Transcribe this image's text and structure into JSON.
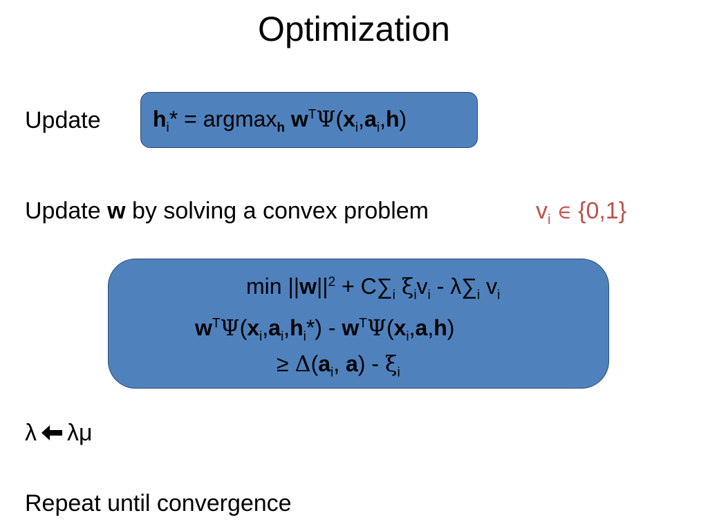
{
  "slide": {
    "title": "Optimization",
    "step1_label": "Update",
    "step2": {
      "prefix": "Update",
      "bold_var": "w",
      "suffix": "by solving a convex problem"
    },
    "step3": {
      "lhs": "λ",
      "rhs": "λμ"
    },
    "step4": "Repeat until convergence"
  },
  "formula1": {
    "h": "h",
    "sub_i": "i",
    "star": "*",
    "eq": " = argmax",
    "sub_h": "h",
    "w": "w",
    "sup_T": "T",
    "psi": "Ψ",
    "open": "(",
    "x": "x",
    "comma": ",",
    "a": "a",
    "h2": "h",
    "close": ")"
  },
  "annotation": {
    "v": "v",
    "sub_i": "i",
    "in": "∈",
    "set": "{0,1}",
    "color": "#c0504d"
  },
  "formula2": {
    "line1": {
      "min": "min ||",
      "w": "w",
      "norm": "||",
      "sq": "2",
      "plus_c": " + C",
      "sum1": "∑",
      "sum1_sub": "i",
      "xi": "ξ",
      "xi_sub": "i",
      "v": "v",
      "v_sub": "i",
      "minus_lambda": " - λ",
      "sum2": "∑",
      "sum2_sub": "i",
      "v2": "v",
      "v2_sub": "i"
    },
    "line2": {
      "w": "w",
      "sup_T": "T",
      "psi": "Ψ",
      "open": "(",
      "x": "x",
      "sub_i": "i",
      "a": "a",
      "h": "h",
      "star": "*",
      "close_minus": ") - ",
      "x2": "x",
      "a2": "a",
      "h2": "h",
      "close": ")"
    },
    "line3": {
      "geq": "≥ ",
      "delta": "Δ",
      "open": "(",
      "a": "a",
      "sub_i": "i",
      "sep": ", ",
      "a2": "a",
      "close_minus": ") - ",
      "xi": "ξ",
      "xi_sub": "i"
    }
  },
  "colors": {
    "box_fill": "#4f81bd",
    "box_border": "#2a4a72"
  },
  "icons": {
    "arrow": "left-arrow-icon"
  }
}
